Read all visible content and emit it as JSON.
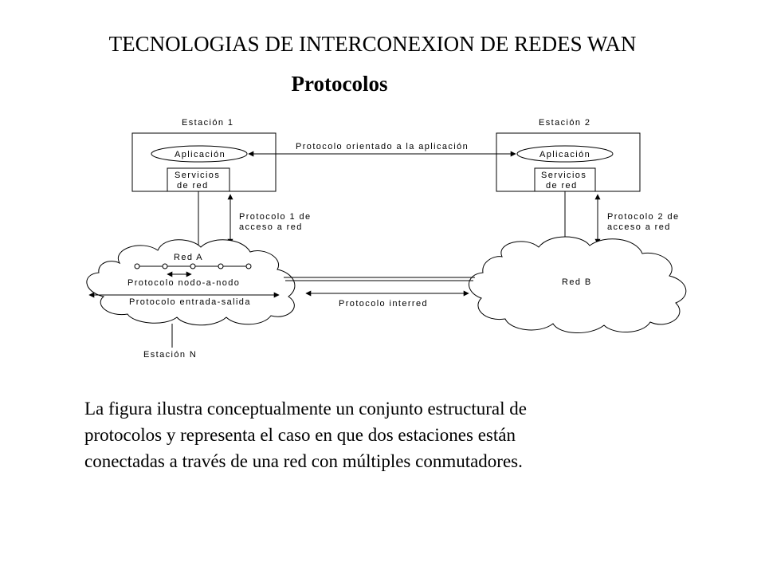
{
  "header": {
    "title": "TECNOLOGIAS DE INTERCONEXION DE REDES WAN",
    "subtitle": "Protocolos"
  },
  "diagram": {
    "station1": {
      "label": "Estación 1",
      "app": "Aplicación",
      "services": [
        "Servicios",
        "de red"
      ]
    },
    "station2": {
      "label": "Estación 2",
      "app": "Aplicación",
      "services": [
        "Servicios",
        "de red"
      ]
    },
    "station_n": "Estación N",
    "app_protocol": "Protocolo orientado a la aplicación",
    "access1": [
      "Protocolo 1 de",
      "acceso a red"
    ],
    "access2": [
      "Protocolo 2 de",
      "acceso a red"
    ],
    "network_a": {
      "label": "Red A",
      "node_protocol": "Protocolo nodo-a-nodo",
      "io_protocol": "Protocolo entrada-salida"
    },
    "network_b": {
      "label": "Red B"
    },
    "internet_protocol": "Protocolo interred"
  },
  "description": [
    "La figura ilustra conceptualmente un conjunto estructural de",
    "protocolos y representa el caso en que dos estaciones están",
    "conectadas a través de una red con múltiples conmutadores."
  ]
}
